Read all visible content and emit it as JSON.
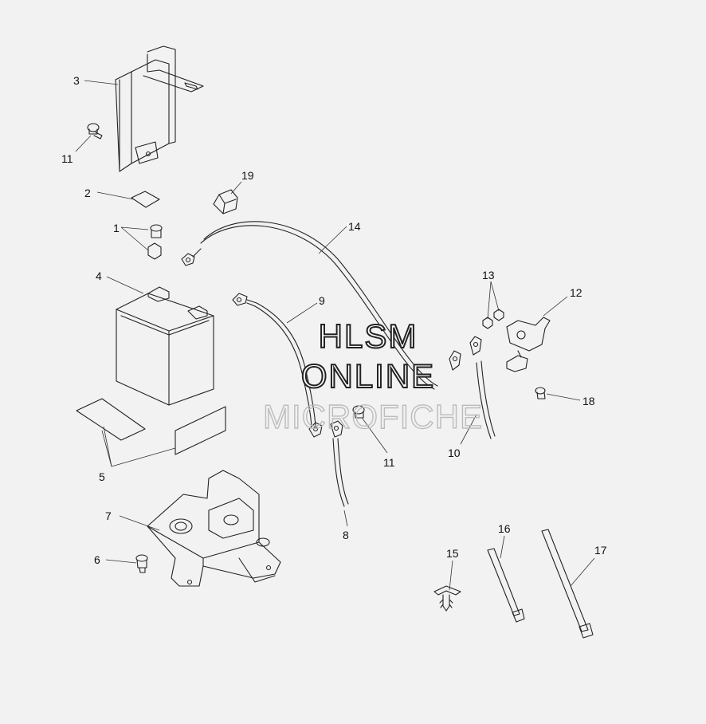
{
  "watermark": {
    "line1": "HLSM",
    "line2": "ONLINE",
    "line3": "MICROFICHE"
  },
  "callouts": {
    "c1": "1",
    "c2": "2",
    "c3": "3",
    "c4": "4",
    "c5": "5",
    "c6": "6",
    "c7": "7",
    "c8": "8",
    "c9": "9",
    "c10": "10",
    "c11a": "11",
    "c11b": "11",
    "c12": "12",
    "c13": "13",
    "c14": "14",
    "c15": "15",
    "c16": "16",
    "c17": "17",
    "c18": "18",
    "c19": "19"
  }
}
